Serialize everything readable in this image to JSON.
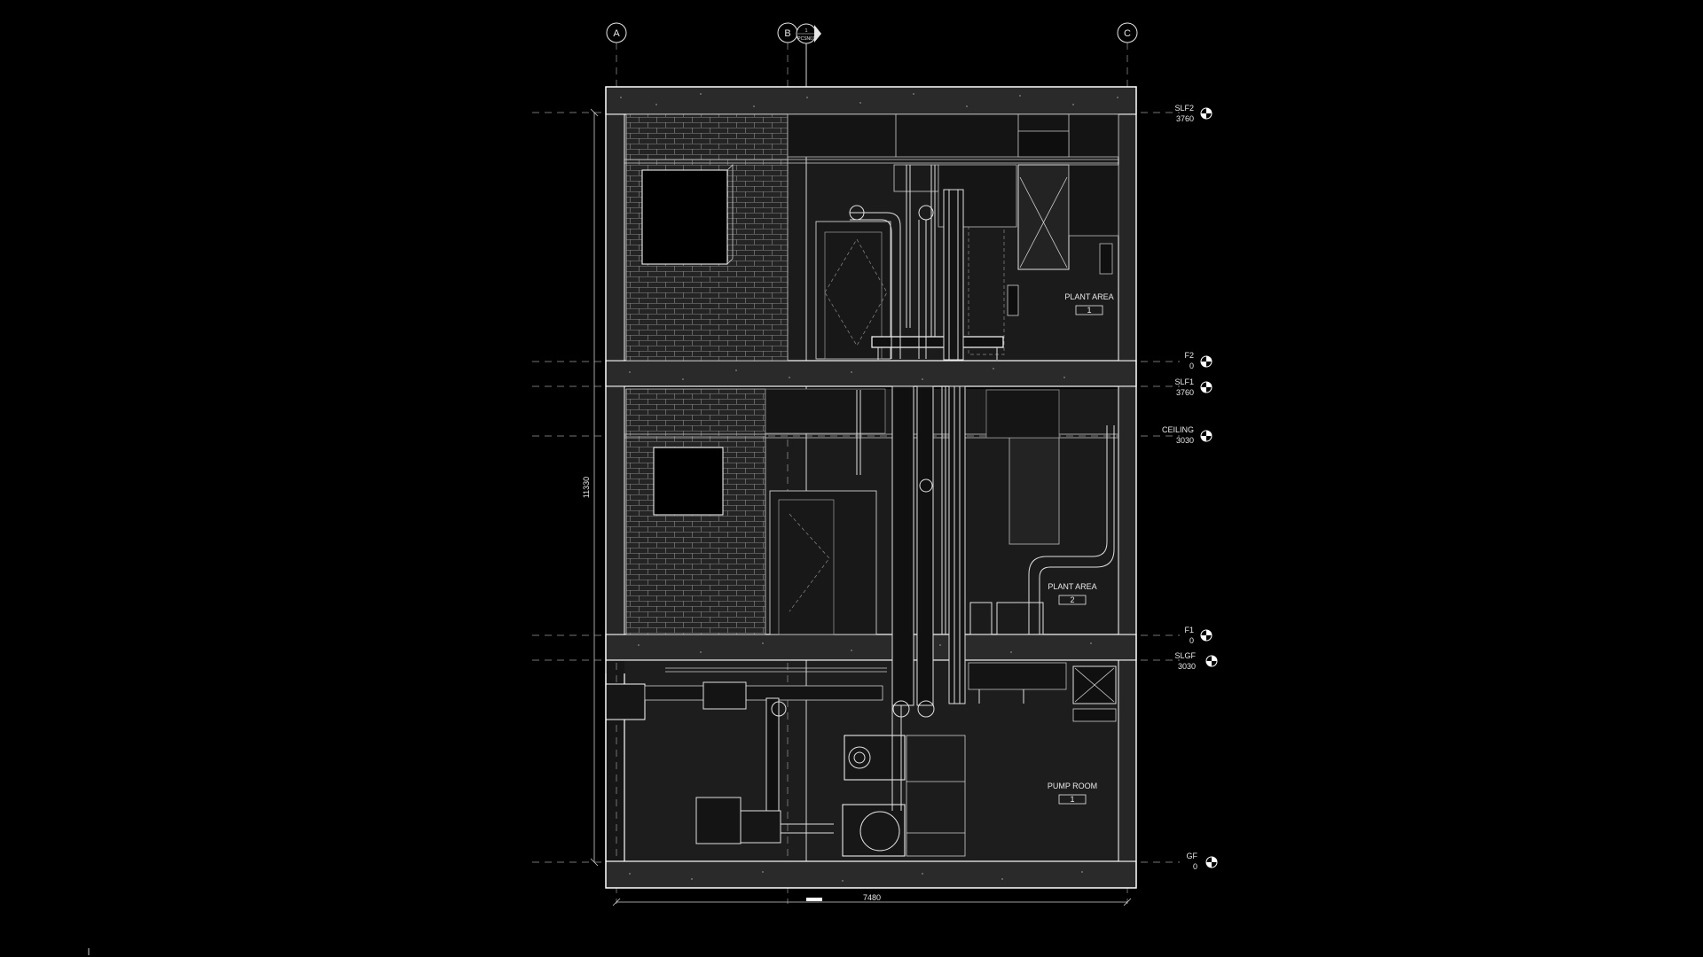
{
  "grids": [
    {
      "label": "A"
    },
    {
      "label": "B"
    },
    {
      "label": "C"
    }
  ],
  "section_marker": {
    "number": "1",
    "sheet": "PCSN01"
  },
  "levels": [
    {
      "name": "SLF2",
      "value": "3760"
    },
    {
      "name": "F2",
      "value": "0"
    },
    {
      "name": "SLF1",
      "value": "3760"
    },
    {
      "name": "CEILING",
      "value": "3030"
    },
    {
      "name": "F1",
      "value": "0"
    },
    {
      "name": "SLGF",
      "value": "3030"
    },
    {
      "name": "GF",
      "value": "0"
    }
  ],
  "rooms": [
    {
      "name": "PLANT AREA",
      "number": "1"
    },
    {
      "name": "PLANT AREA",
      "number": "2"
    },
    {
      "name": "PUMP ROOM",
      "number": "1"
    }
  ],
  "dimensions": {
    "height": "11330",
    "width": "7480"
  },
  "colors": {
    "background": "#000000",
    "room_fill": "#1c1c1c",
    "lines": "#ffffff"
  }
}
